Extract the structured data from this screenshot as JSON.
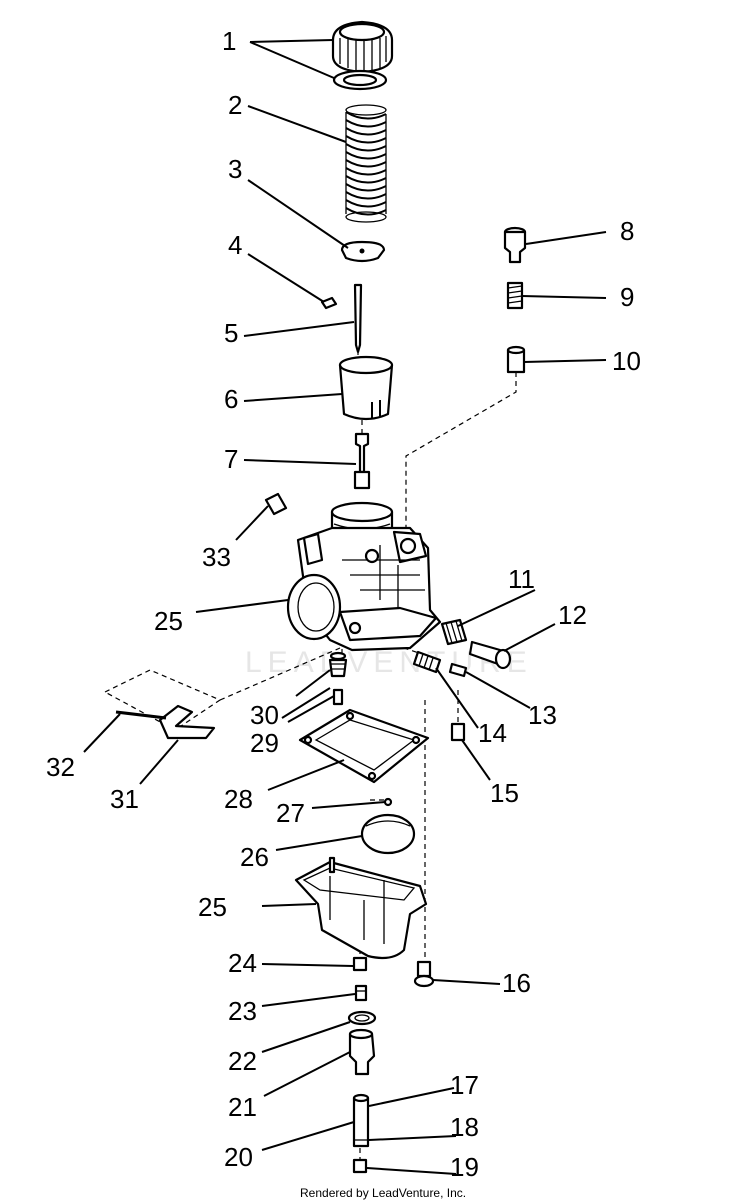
{
  "callouts": [
    {
      "id": "1",
      "label": "1"
    },
    {
      "id": "2",
      "label": "2"
    },
    {
      "id": "3",
      "label": "3"
    },
    {
      "id": "4",
      "label": "4"
    },
    {
      "id": "5",
      "label": "5"
    },
    {
      "id": "6",
      "label": "6"
    },
    {
      "id": "7",
      "label": "7"
    },
    {
      "id": "8",
      "label": "8"
    },
    {
      "id": "9",
      "label": "9"
    },
    {
      "id": "10",
      "label": "10"
    },
    {
      "id": "11",
      "label": "11"
    },
    {
      "id": "12",
      "label": "12"
    },
    {
      "id": "13",
      "label": "13"
    },
    {
      "id": "14",
      "label": "14"
    },
    {
      "id": "15",
      "label": "15"
    },
    {
      "id": "16",
      "label": "16"
    },
    {
      "id": "17",
      "label": "17"
    },
    {
      "id": "18",
      "label": "18"
    },
    {
      "id": "19",
      "label": "19"
    },
    {
      "id": "20",
      "label": "20"
    },
    {
      "id": "21",
      "label": "21"
    },
    {
      "id": "22",
      "label": "22"
    },
    {
      "id": "23",
      "label": "23"
    },
    {
      "id": "24",
      "label": "24"
    },
    {
      "id": "25a",
      "label": "25"
    },
    {
      "id": "25b",
      "label": "25"
    },
    {
      "id": "26",
      "label": "26"
    },
    {
      "id": "27",
      "label": "27"
    },
    {
      "id": "28",
      "label": "28"
    },
    {
      "id": "29",
      "label": "29"
    },
    {
      "id": "30",
      "label": "30"
    },
    {
      "id": "31",
      "label": "31"
    },
    {
      "id": "32",
      "label": "32"
    },
    {
      "id": "33",
      "label": "33"
    }
  ],
  "watermark": "LEADVENTURE",
  "footer": "Rendered by LeadVenture, Inc."
}
